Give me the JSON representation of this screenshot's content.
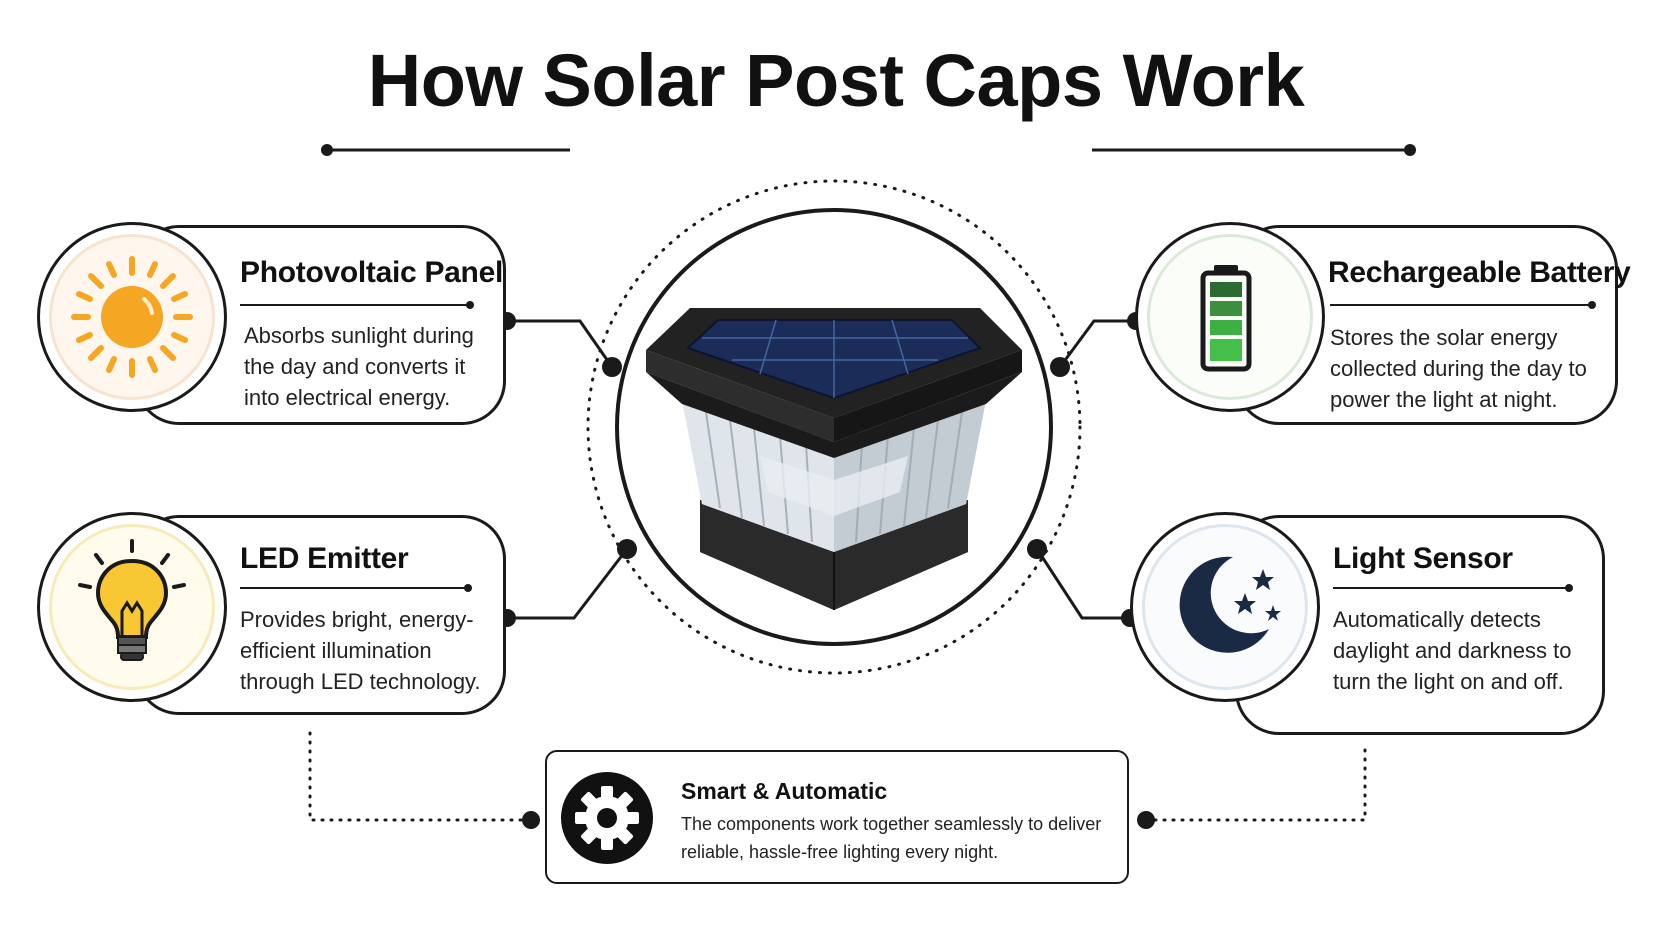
{
  "title": "How Solar Post Caps Work",
  "components": {
    "photovoltaic": {
      "title": "Photovoltaic Panel",
      "description": "Absorbs sunlight during the day and converts it into electrical energy."
    },
    "battery": {
      "title": "Rechargeable Battery",
      "description": "Stores the solar energy collected during the day to power the light at night."
    },
    "led": {
      "title": "LED Emitter",
      "description": "Provides bright, energy-efficient illumination through LED technology."
    },
    "sensor": {
      "title": "Light Sensor",
      "description": "Automatically detects daylight and darkness to turn the light on and off."
    }
  },
  "summary": {
    "title": "Smart & Automatic",
    "description": "The components work together seamlessly to deliver reliable, hassle-free lighting every night."
  },
  "icons": {
    "photovoltaic": "sun-icon",
    "battery": "battery-icon",
    "led": "lightbulb-icon",
    "sensor": "moon-stars-icon",
    "summary": "gear-icon"
  },
  "colors": {
    "sun": "#F5A623",
    "bulb": "#F7C833",
    "battery": "#3CB043",
    "moon": "#1B2A44",
    "ink": "#1A1A1A"
  }
}
